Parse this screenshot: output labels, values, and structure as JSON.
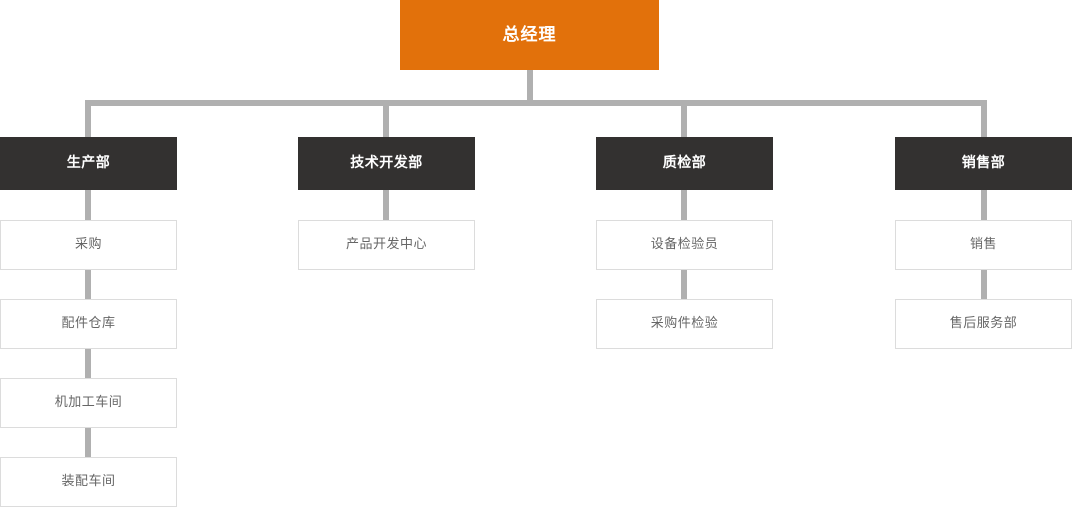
{
  "chart": {
    "type": "org-chart",
    "title": "",
    "root": {
      "label": "总经理",
      "color": "#e2710b",
      "text_color": "#ffffff"
    },
    "connector_color": "#b0b0b0",
    "dept_color": "#333130",
    "sub_border_color": "#dcdcdc",
    "sub_text_color": "#666666",
    "departments": [
      {
        "label": "生产部",
        "children": [
          {
            "label": "采购"
          },
          {
            "label": "配件仓库"
          },
          {
            "label": "机加工车间"
          },
          {
            "label": "装配车间"
          }
        ]
      },
      {
        "label": "技术开发部",
        "children": [
          {
            "label": "产品开发中心"
          }
        ]
      },
      {
        "label": "质检部",
        "children": [
          {
            "label": "设备检验员"
          },
          {
            "label": "采购件检验"
          }
        ]
      },
      {
        "label": "销售部",
        "children": [
          {
            "label": "销售"
          },
          {
            "label": "售后服务部"
          }
        ]
      }
    ]
  }
}
